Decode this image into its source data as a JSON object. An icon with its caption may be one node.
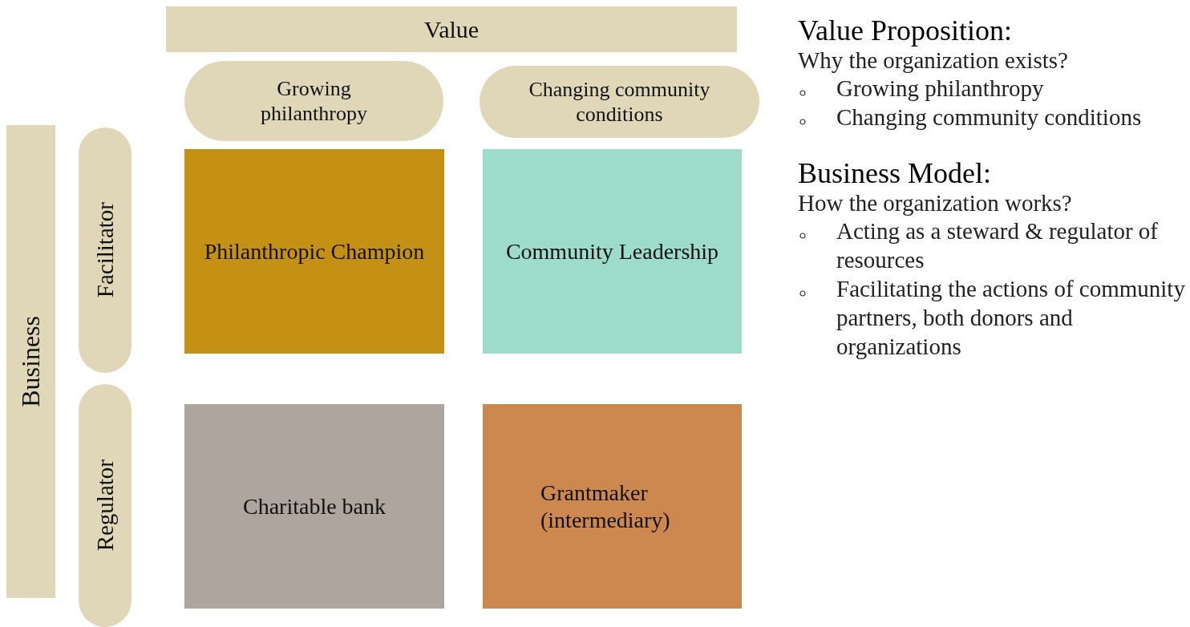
{
  "diagram": {
    "nodes": [
      {
        "text": [
          "Value"
        ]
      },
      {
        "text": [
          "Growing philanthropy"
        ]
      },
      {
        "text": [
          "Changing community conditions"
        ]
      },
      {
        "text": [
          "Business"
        ]
      },
      {
        "text": [
          "Facilitator"
        ]
      },
      {
        "text": [
          "Regulator"
        ]
      },
      {
        "text": [
          "Philanthropic Champion"
        ]
      },
      {
        "text": [
          "Community Leadership"
        ]
      },
      {
        "text": [
          "Charitable bank"
        ]
      },
      {
        "text": [
          "Grantmaker (intermediary)"
        ]
      }
    ],
    "edges": [],
    "labels": [
      "Value Proposition:",
      "Why the organization exists?",
      "Growing philanthropy",
      "Changing community conditions",
      "Business Model:",
      "How the organization works?",
      "Acting as a steward & regulator of resources",
      "Facilitating the actions of community partners, both donors and organizations"
    ]
  }
}
